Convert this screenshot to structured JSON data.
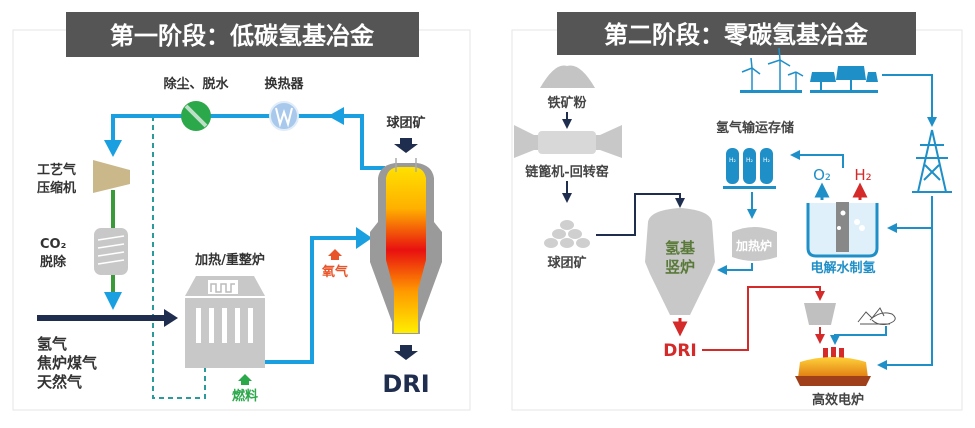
{
  "stage1": {
    "title": "第一阶段：低碳氢基冶金",
    "labels": {
      "dust_dewater": "除尘、脱水",
      "heat_exchanger": "换热器",
      "pellet_ore": "球团矿",
      "compressor_line1": "工艺气",
      "compressor_line2": "压缩机",
      "co2_line1": "CO₂",
      "co2_line2": "脱除",
      "reformer": "加热/重整炉",
      "oxygen": "氧气",
      "fuel": "燃料",
      "input_line1": "氢气",
      "input_line2": "焦炉煤气",
      "input_line3": "天然气",
      "dri": "DRI"
    }
  },
  "stage2": {
    "title": "第二阶段：零碳氢基冶金",
    "labels": {
      "iron_powder": "铁矿粉",
      "kiln": "链篦机-回转窑",
      "pellet_ore": "球团矿",
      "shaft_line1": "氢基",
      "shaft_line2": "竖炉",
      "dri": "DRI",
      "h2_storage": "氢气输运存储",
      "tank_label": "H₂",
      "heating_furnace": "加热炉",
      "o2": "O₂",
      "h2": "H₂",
      "electrolysis": "电解水制氢",
      "eaf": "高效电炉"
    }
  },
  "colors": {
    "title_bar": "#555555",
    "blue_flow": "#1aa0e0",
    "navy": "#1f2d4f",
    "green": "#3a9a3a",
    "red": "#d42a2a",
    "orange": "#e8552a",
    "teal_dashed": "#2a9a9a",
    "renewable_blue": "#1f8fc8"
  }
}
